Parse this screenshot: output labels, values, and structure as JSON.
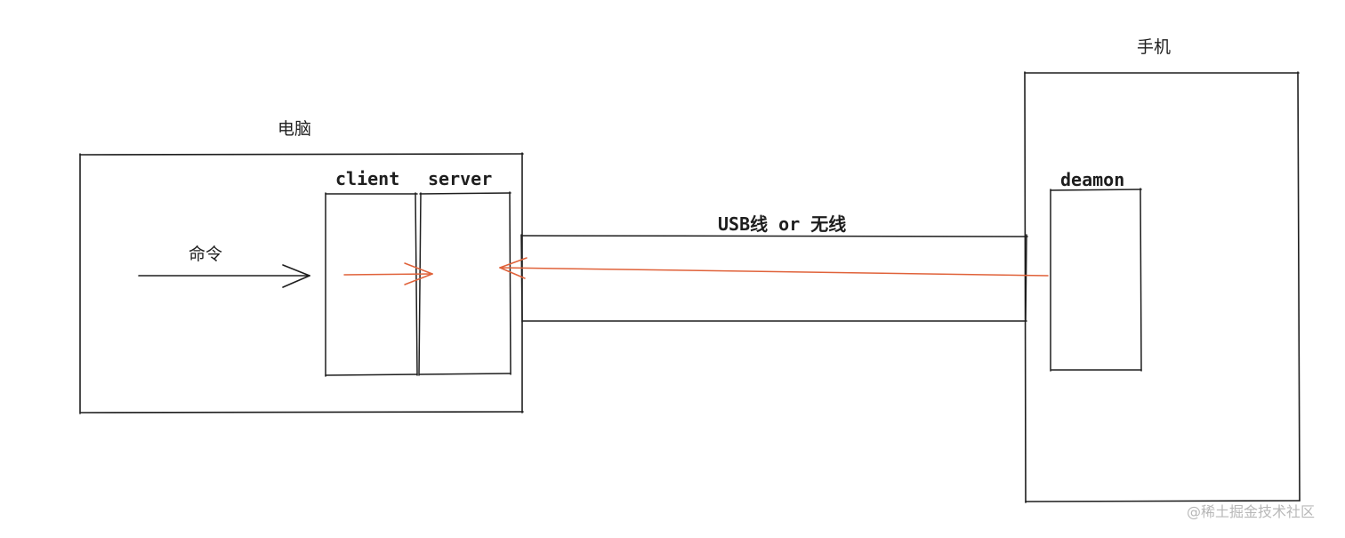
{
  "labels": {
    "computer": "电脑",
    "phone": "手机",
    "command": "命令",
    "client": "client",
    "server": "server",
    "deamon": "deamon",
    "link": "USB线 or 无线"
  },
  "watermark": "@稀土掘金技术社区",
  "colors": {
    "stroke": "#1e1e1e",
    "accent_arrow": "#e0623a",
    "watermark": "#b8b8b8",
    "background": "#ffffff"
  }
}
